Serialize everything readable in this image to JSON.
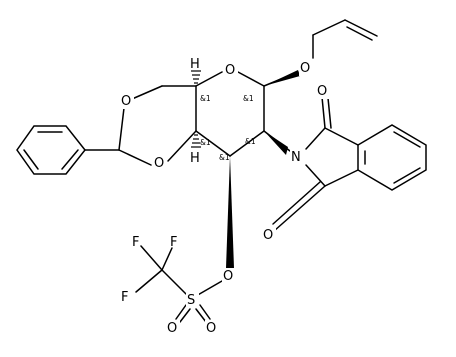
{
  "molecule": {
    "atoms": {
      "O_ring": "O",
      "O_allyl": "O",
      "O_acetal_top": "O",
      "O_acetal_bottom": "O",
      "H_top": "H",
      "H_bottom": "H",
      "N": "N",
      "O_imide_top": "O",
      "O_imide_bottom": "O",
      "O_triflate": "O",
      "S": "S",
      "O_s1": "O",
      "O_s2": "O",
      "F1": "F",
      "F2": "F",
      "F3": "F"
    },
    "stereo_labels": {
      "c5": "&1",
      "c4": "&1",
      "c3": "&1",
      "c2": "&1",
      "c1": "&1"
    }
  }
}
